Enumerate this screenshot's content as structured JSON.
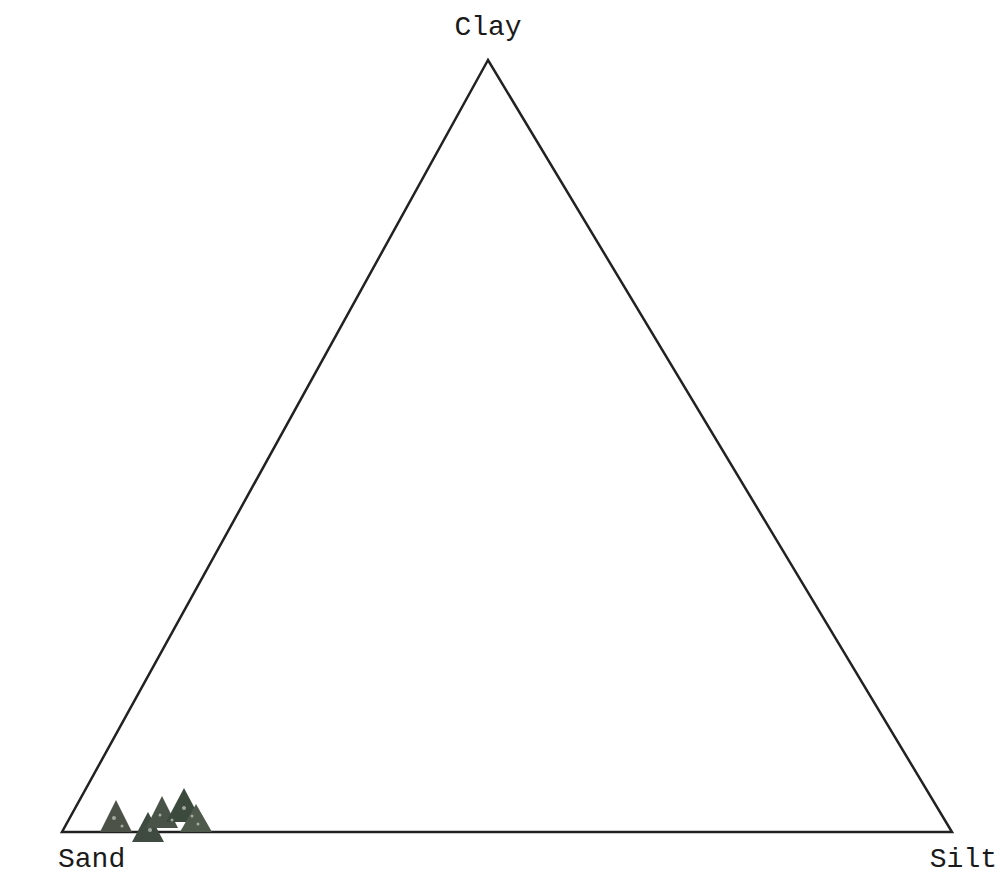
{
  "diagram": {
    "labels": [
      "Clay",
      "Sand",
      "Silt"
    ]
  }
}
